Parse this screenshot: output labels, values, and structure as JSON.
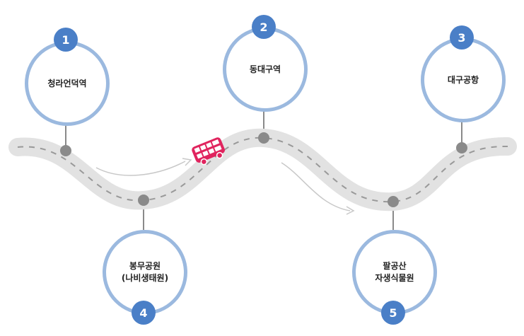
{
  "colors": {
    "road": "#e2e2e2",
    "road_dash": "#999999",
    "stop_dot": "#8a8a8a",
    "circle_border": "#9bb9df",
    "badge": "#4a7fc7",
    "bus": "#e0245e",
    "arrow": "#c8c8c8"
  },
  "stops": [
    {
      "number": "1",
      "name": "청라언덕역"
    },
    {
      "number": "2",
      "name": "동대구역"
    },
    {
      "number": "3",
      "name": "대구공항"
    },
    {
      "number": "4",
      "name": "봉무공원\n(나비생태원)"
    },
    {
      "number": "5",
      "name": "팔공산\n자생식물원"
    }
  ],
  "icons": {
    "vehicle": "double-decker-bus-icon"
  }
}
